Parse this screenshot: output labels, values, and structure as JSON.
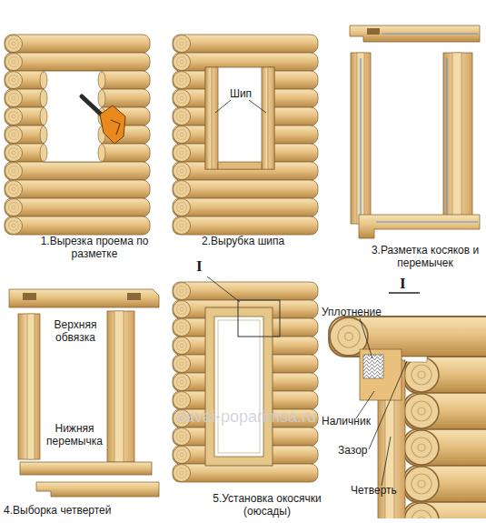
{
  "diagram": {
    "labels": [
      "1.Вырезка проема по разметке",
      "2.Вырубка шипа",
      "Шип",
      "3.Разметка косяков и перемычек",
      "Верхняя обвязка",
      "Нижняя перемычка",
      "4.Выборка четвертей",
      "I",
      "5.Установка окосячки (оюсады)",
      "I",
      "Уплотнение",
      "Наличник",
      "Зазор",
      "Четверть",
      "davai-poparimsa.ru"
    ]
  }
}
